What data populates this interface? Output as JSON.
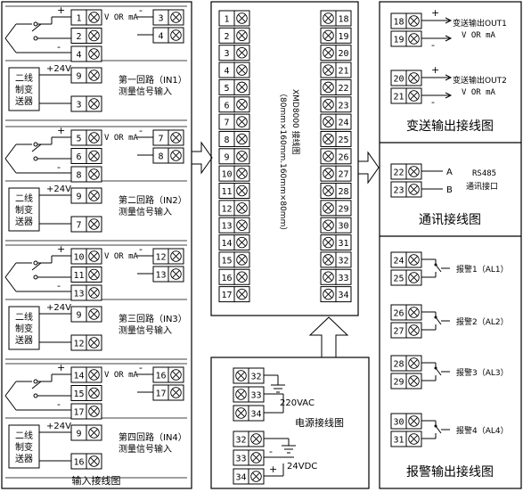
{
  "input_panel": {
    "caption": "输入接线图",
    "channels": [
      {
        "name": "第一回路（IN1）",
        "sub": "测量信号输入",
        "terms": [
          "1",
          "2",
          "4"
        ],
        "aux_terms": [
          "3",
          "4"
        ],
        "tx_terms": [
          "9",
          "3"
        ],
        "v_label": "V OR mA",
        "plus_label": "+",
        "minus_label": "-",
        "supply": "+24V",
        "transmitter": [
          "二线",
          "制变",
          "送器"
        ]
      },
      {
        "name": "第二回路（IN2）",
        "sub": "测量信号输入",
        "terms": [
          "5",
          "6",
          "8"
        ],
        "aux_terms": [
          "7",
          "8"
        ],
        "tx_terms": [
          "9",
          "7"
        ],
        "v_label": "V OR mA",
        "plus_label": "+",
        "minus_label": "-",
        "supply": "+24V",
        "transmitter": [
          "二线",
          "制变",
          "送器"
        ]
      },
      {
        "name": "第三回路（IN3）",
        "sub": "测量信号输入",
        "terms": [
          "10",
          "11",
          "13"
        ],
        "aux_terms": [
          "12",
          "13"
        ],
        "tx_terms": [
          "9",
          "12"
        ],
        "v_label": "V OR mA",
        "plus_label": "+",
        "minus_label": "-",
        "supply": "+24V",
        "transmitter": [
          "二线",
          "制变",
          "送器"
        ]
      },
      {
        "name": "第四回路（IN4）",
        "sub": "测量信号输入",
        "terms": [
          "14",
          "15",
          "17"
        ],
        "aux_terms": [
          "16",
          "17"
        ],
        "tx_terms": [
          "9",
          "16"
        ],
        "v_label": "V OR mA",
        "plus_label": "+",
        "minus_label": "-",
        "supply": "+24V",
        "transmitter": [
          "二线",
          "制变",
          "送器"
        ]
      }
    ]
  },
  "main_panel": {
    "model": "XMD8000 接线图",
    "size": "（80mm×160mm.160mm×80mm）",
    "left_terms": [
      "1",
      "2",
      "3",
      "4",
      "5",
      "6",
      "7",
      "8",
      "9",
      "10",
      "11",
      "12",
      "13",
      "14",
      "15",
      "16",
      "17"
    ],
    "right_terms": [
      "18",
      "19",
      "20",
      "21",
      "22",
      "23",
      "24",
      "25",
      "26",
      "27",
      "28",
      "29",
      "30",
      "31",
      "32",
      "33",
      "34"
    ]
  },
  "power_panel": {
    "caption": "电源接线图",
    "ac_terms": [
      "32",
      "33",
      "34"
    ],
    "ac_label": "220VAC",
    "dc_terms": [
      "32",
      "33",
      "34"
    ],
    "dc_label": "24VDC",
    "plus_label": "+",
    "minus_label": "-"
  },
  "transmit_panel": {
    "caption": "变送输出接线图",
    "outputs": [
      {
        "terms": [
          "18",
          "19"
        ],
        "label": "变送输出OUT1",
        "unit": "V OR mA"
      },
      {
        "terms": [
          "20",
          "21"
        ],
        "label": "变送输出OUT2",
        "unit": "V OR mA"
      }
    ],
    "plus_label": "+",
    "minus_label": "-"
  },
  "comm_panel": {
    "caption": "通讯接线图",
    "terms": [
      "22",
      "23"
    ],
    "pins": [
      "A",
      "B"
    ],
    "protocol": "RS485",
    "port": "通讯接口"
  },
  "alarm_panel": {
    "caption": "报警输出接线图",
    "alarms": [
      {
        "terms": [
          "24",
          "25"
        ],
        "label": "报警1（AL1）"
      },
      {
        "terms": [
          "26",
          "27"
        ],
        "label": "报警2（AL2）"
      },
      {
        "terms": [
          "28",
          "29"
        ],
        "label": "报警3（AL3）"
      },
      {
        "terms": [
          "30",
          "31"
        ],
        "label": "报警4（AL4）"
      }
    ]
  }
}
